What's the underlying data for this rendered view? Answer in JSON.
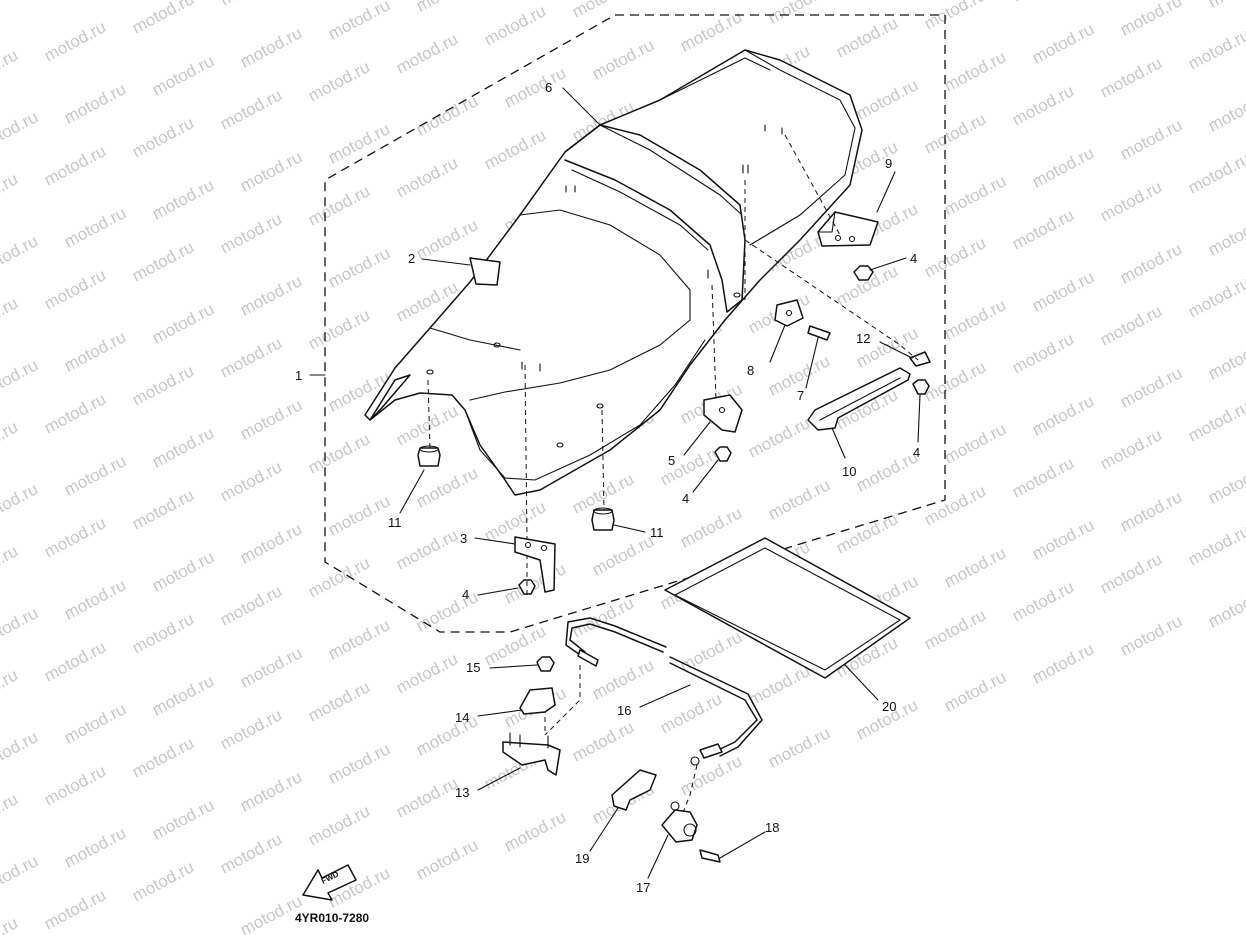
{
  "watermark": "motod.ru",
  "diagram_code": "4YR010-7280",
  "fwd_label": "FWD",
  "callouts": {
    "c1": "1",
    "c2": "2",
    "c3": "3",
    "c4a": "4",
    "c4b": "4",
    "c4c": "4",
    "c4d": "4",
    "c5": "5",
    "c6": "6",
    "c7": "7",
    "c8": "8",
    "c9": "9",
    "c10": "10",
    "c11a": "11",
    "c11b": "11",
    "c12": "12",
    "c13": "13",
    "c14": "14",
    "c15": "15",
    "c16": "16",
    "c17": "17",
    "c18": "18",
    "c19": "19",
    "c20": "20"
  }
}
